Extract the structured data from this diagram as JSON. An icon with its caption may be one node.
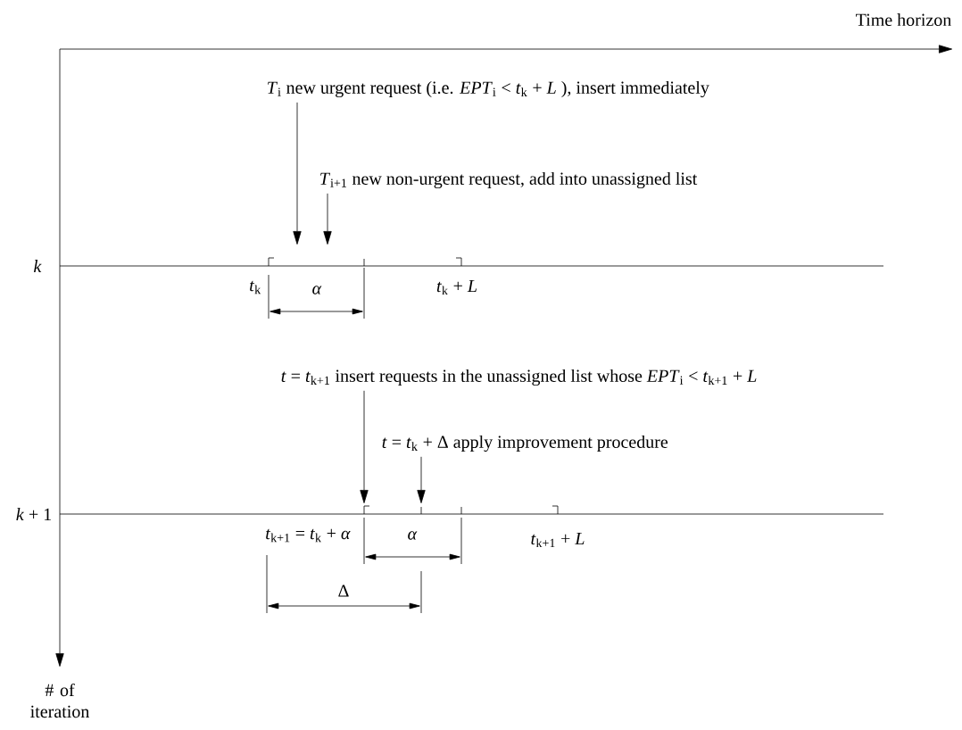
{
  "diagram": {
    "nodes": [
      {
        "text": [
          "*T*$_{i}$ new urgent request (i.e. *EPT*$_{i}$ < *t*$_{k}$ + *L* ), insert immediately"
        ]
      },
      {
        "text": [
          "*T*$_{i+1}$ new non-urgent request, add into unassigned list"
        ]
      },
      {
        "text": [
          "*t* = *t*$_{k+1}$ insert requests in the unassigned list whose *EPT*$_{i}$ < *t*$_{k+1}$ + *L*"
        ]
      },
      {
        "text": [
          "*t* = *t*$_{k}$ + Δ apply improvement procedure"
        ]
      }
    ],
    "edges": [
      {
        "from": 0,
        "to": null,
        "arrow": "to"
      },
      {
        "from": 1,
        "to": null,
        "arrow": "to"
      },
      {
        "from": 2,
        "to": null,
        "arrow": "to"
      },
      {
        "from": 3,
        "to": null,
        "arrow": "to"
      }
    ],
    "labels": [
      "Time horizon",
      "# of iteration",
      "*k*",
      "*k* + 1",
      "*t*$_{k}$",
      "*α*",
      "*t*$_{k}$ + *L*",
      "*t*$_{k+1}$ = *t*$_{k}$ + *α*",
      "*α*",
      "*t*$_{k+1}$ + *L*",
      "Δ"
    ]
  }
}
